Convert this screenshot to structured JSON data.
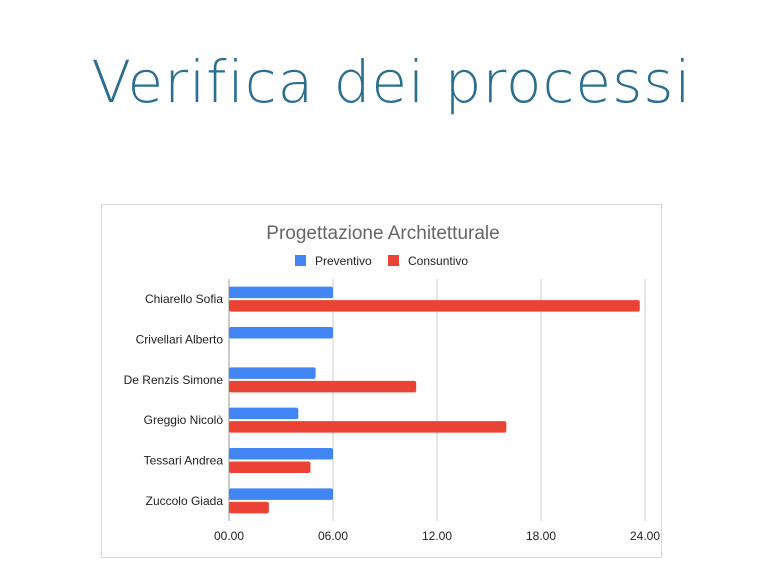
{
  "slide": {
    "title": "Verifica dei processi"
  },
  "colors": {
    "preventivo": "#4285f4",
    "consuntivo": "#ea4335",
    "title": "#2a6f8f",
    "grid": "#cccccc"
  },
  "chart_data": {
    "type": "bar",
    "orientation": "horizontal",
    "title": "Progettazione Architetturale",
    "xlabel": "",
    "ylabel": "",
    "categories": [
      "Chiarello Sofia",
      "Crivellari Alberto",
      "De Renzis Simone",
      "Greggio Nicolò",
      "Tessari Andrea",
      "Zuccolo Giada"
    ],
    "series": [
      {
        "name": "Preventivo",
        "color": "#4285f4",
        "values": [
          6,
          6,
          5,
          4,
          6,
          6
        ]
      },
      {
        "name": "Consuntivo",
        "color": "#ea4335",
        "values": [
          23.7,
          0,
          10.8,
          16,
          4.7,
          2.3
        ]
      }
    ],
    "xlim": [
      0,
      24
    ],
    "xticks": [
      0,
      6,
      12,
      18,
      24
    ],
    "xtick_labels": [
      "00.00",
      "06.00",
      "12.00",
      "18.00",
      "24.00"
    ],
    "grid": true,
    "legend_position": "top"
  }
}
